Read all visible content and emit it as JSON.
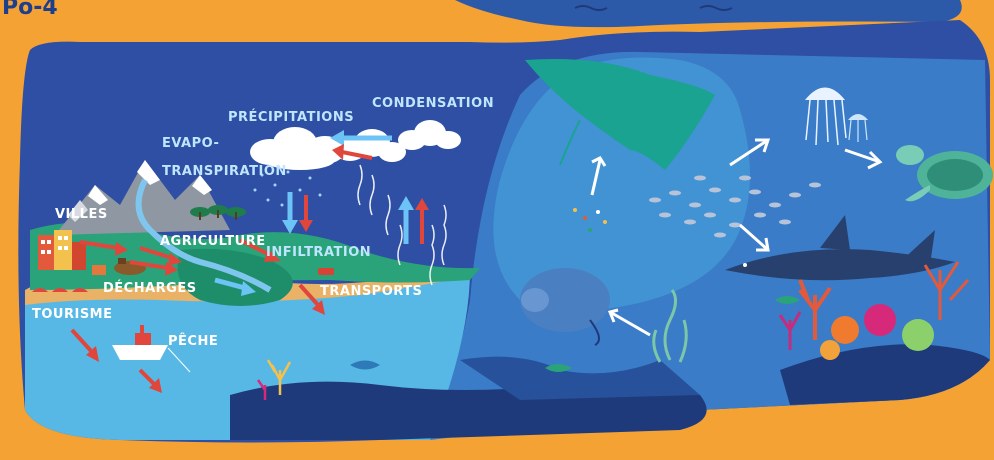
{
  "corner_text": "Po-4",
  "labels": {
    "precipitations": "PRÉCIPITATIONS",
    "condensation": "CONDENSATION",
    "evapo_line1": "EVAPO-",
    "evapo_line2": "TRANSPIRATION",
    "villes": "VILLES",
    "agriculture": "AGRICULTURE",
    "infiltration": "INFILTRATION",
    "decharges": "DÉCHARGES",
    "transports": "TRANSPORTS",
    "tourisme": "TOURISME",
    "peche": "PÊCHE"
  },
  "colors": {
    "background": "#f5a235",
    "sky_deep": "#2e4fa3",
    "ocean_light": "#57b8e6",
    "ocean_mid": "#3a7cc8",
    "seafloor": "#1f3a7a",
    "arrow_red": "#e0463c",
    "arrow_blue": "#6cc3f5",
    "ray": "#1aa390",
    "turtle": "#4fb39a"
  }
}
